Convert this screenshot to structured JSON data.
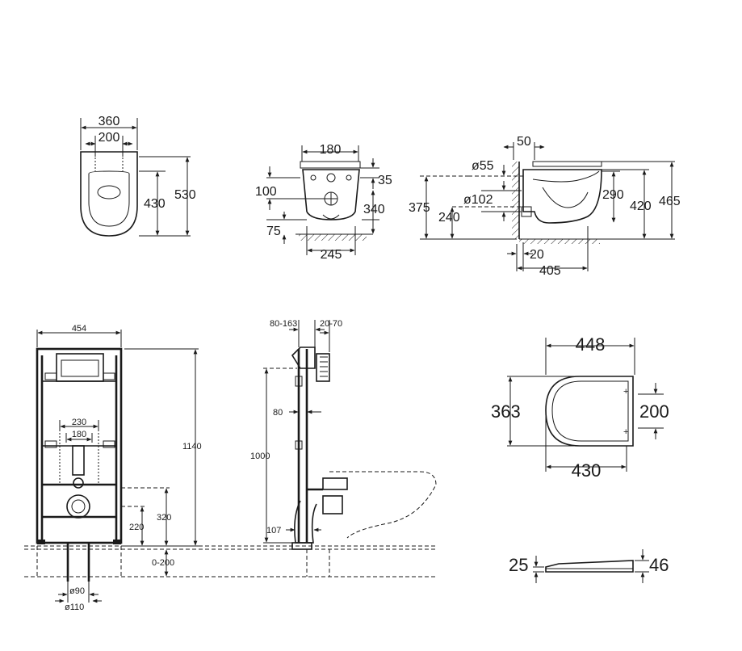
{
  "views": {
    "bowl_top": {
      "dims": {
        "w_outer": "360",
        "w_inner": "200",
        "d_mount": "430",
        "d_total": "530"
      }
    },
    "bowl_back": {
      "dims": {
        "w_mount": "180",
        "h_35": "35",
        "h_100": "100",
        "h_340": "340",
        "h_75": "75",
        "w_245": "245"
      }
    },
    "bowl_side": {
      "dims": {
        "d50": "50",
        "dia55": "ø55",
        "dia102": "ø102",
        "h375": "375",
        "h240": "240",
        "h290": "290",
        "h420": "420",
        "h465": "465",
        "w20": "20",
        "w405": "405"
      }
    },
    "frame_front": {
      "dims": {
        "w454": "454",
        "h1140": "1140",
        "w230": "230",
        "w180": "180",
        "h320": "320",
        "h220": "220",
        "h0_200": "0-200",
        "dia90": "ø90",
        "dia110": "ø110"
      }
    },
    "frame_side": {
      "dims": {
        "d80_163": "80-163",
        "d20_70": "20-70",
        "d80": "80",
        "h1000": "1000",
        "d107": "107"
      }
    },
    "seat_top": {
      "dims": {
        "w448": "448",
        "h363": "363",
        "h200": "200",
        "w430": "430"
      }
    },
    "seat_side": {
      "dims": {
        "t25": "25",
        "t46": "46"
      }
    }
  }
}
